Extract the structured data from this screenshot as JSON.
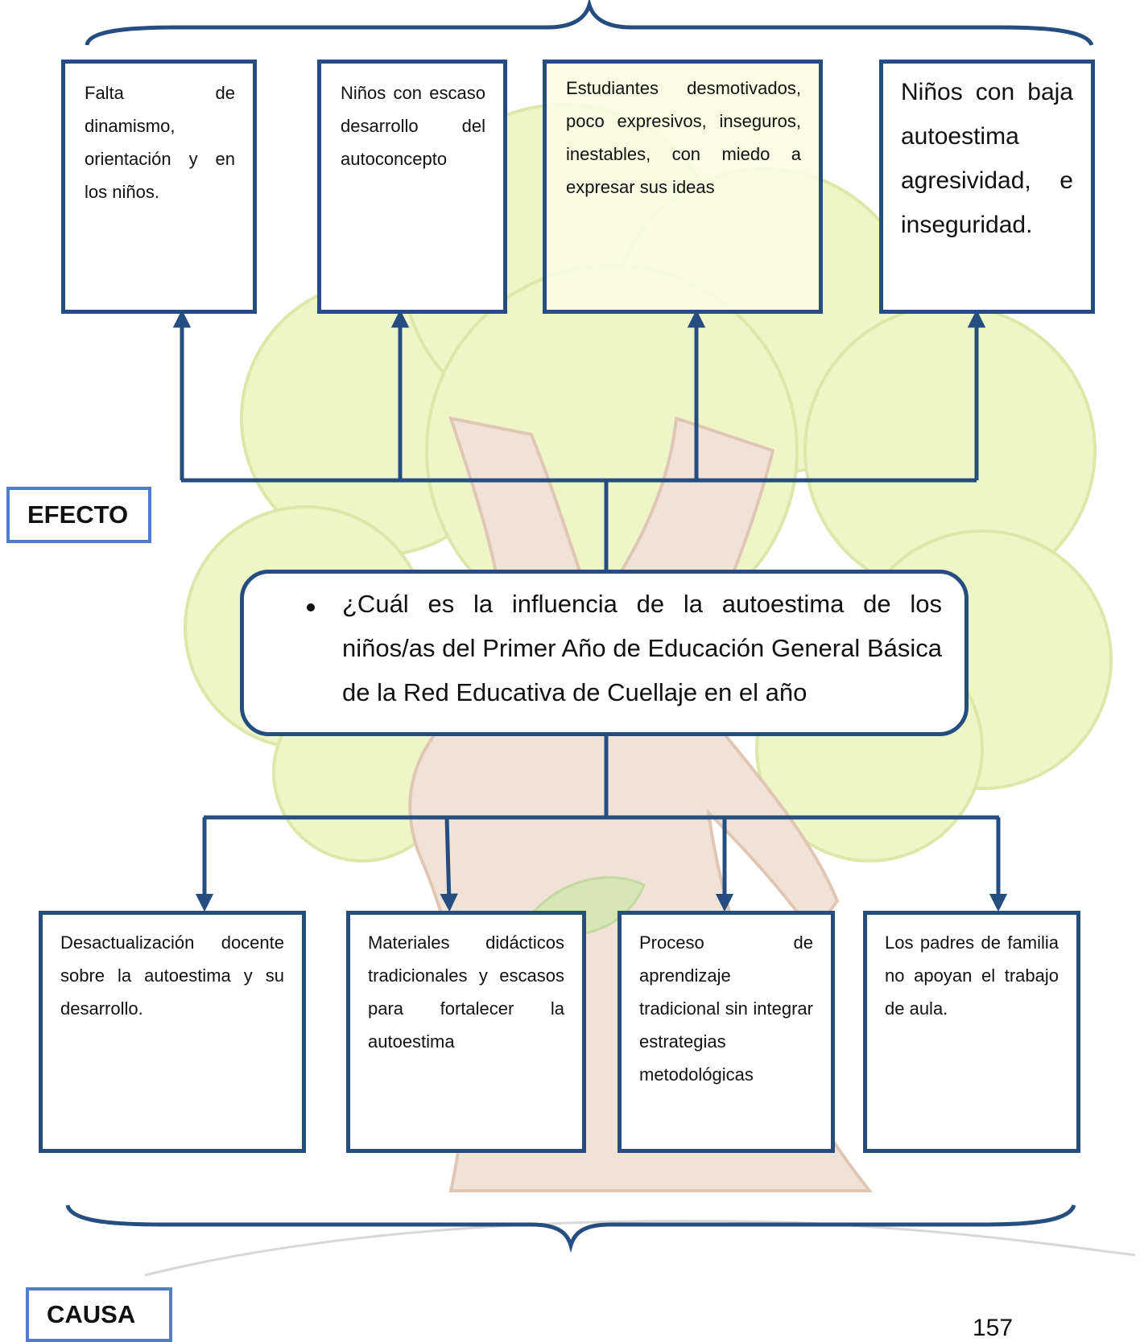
{
  "labels": {
    "effect": "EFECTO",
    "cause": "CAUSA"
  },
  "effects": [
    {
      "text": "Falta de dinamismo, orientación y en los niños."
    },
    {
      "text": "Niños con escaso desarrollo del autoconcepto"
    },
    {
      "text": "Estudiantes desmotivados, poco expresivos, inseguros, inestables, con miedo a expresar sus ideas"
    },
    {
      "text": "Niños con baja autoestima agresividad, e inseguridad."
    }
  ],
  "question": {
    "text": "¿Cuál es la influencia de la autoestima de los niños/as del Primer Año de Educación General Básica de la Red Educativa de Cuellaje en el año"
  },
  "causes": [
    {
      "text": "Desactualización docente sobre la autoestima y su desarrollo."
    },
    {
      "text": "Materiales didácticos tradicionales y escasos para fortalecer la autoestima"
    },
    {
      "text": "Proceso de aprendizaje tradicional sin integrar estrategias metodológicas"
    },
    {
      "text": "Los padres de familia no apoyan el trabajo de aula."
    }
  ],
  "page_number": "157",
  "colors": {
    "box_border": "#254d80",
    "label_border": "#4f7fcb",
    "foliage": "#e6f2b4",
    "trunk": "#ead6c9"
  }
}
